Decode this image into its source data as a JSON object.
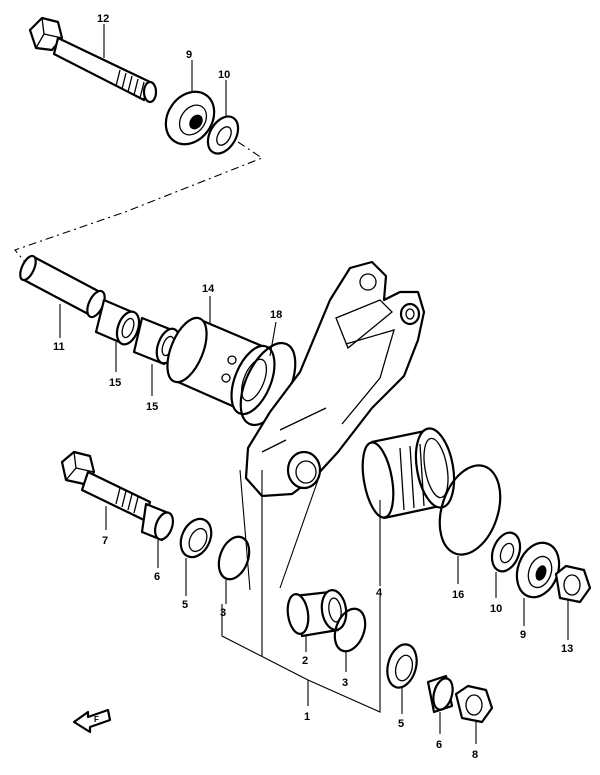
{
  "callouts": [
    {
      "id": "c12",
      "text": "12"
    },
    {
      "id": "c9a",
      "text": "9"
    },
    {
      "id": "c10a",
      "text": "10"
    },
    {
      "id": "c14",
      "text": "14"
    },
    {
      "id": "c18",
      "text": "18"
    },
    {
      "id": "c11",
      "text": "11"
    },
    {
      "id": "c15a",
      "text": "15"
    },
    {
      "id": "c15b",
      "text": "15"
    },
    {
      "id": "c7",
      "text": "7"
    },
    {
      "id": "c6a",
      "text": "6"
    },
    {
      "id": "c5a",
      "text": "5"
    },
    {
      "id": "c3a",
      "text": "3"
    },
    {
      "id": "c4",
      "text": "4"
    },
    {
      "id": "c16",
      "text": "16"
    },
    {
      "id": "c10b",
      "text": "10"
    },
    {
      "id": "c9b",
      "text": "9"
    },
    {
      "id": "c13",
      "text": "13"
    },
    {
      "id": "c2",
      "text": "2"
    },
    {
      "id": "c3b",
      "text": "3"
    },
    {
      "id": "c1",
      "text": "1"
    },
    {
      "id": "c5b",
      "text": "5"
    },
    {
      "id": "c6b",
      "text": "6"
    },
    {
      "id": "c8",
      "text": "8"
    }
  ],
  "front_indicator": {
    "text": "F"
  }
}
